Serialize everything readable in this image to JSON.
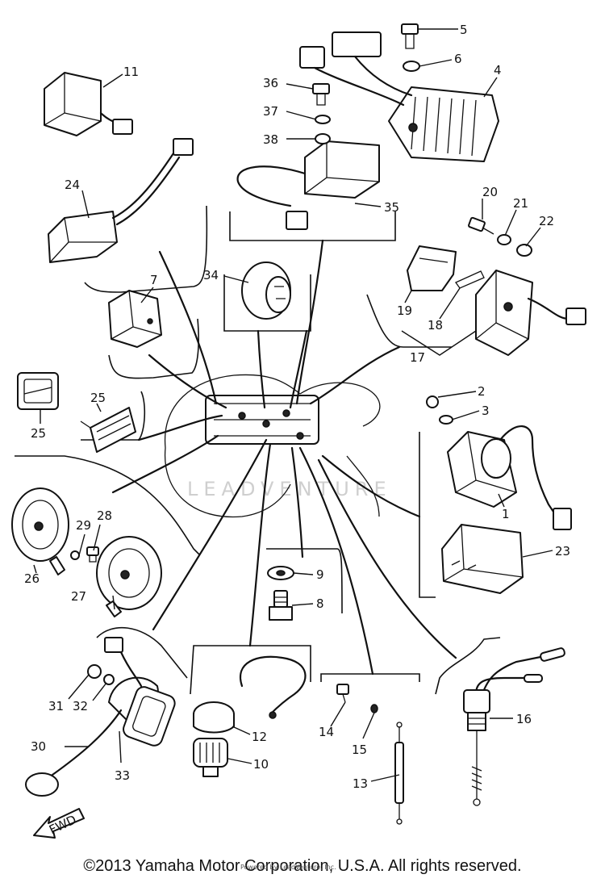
{
  "callouts": {
    "c1": "1",
    "c2": "2",
    "c3": "3",
    "c4": "4",
    "c5": "5",
    "c6": "6",
    "c7": "7",
    "c8": "8",
    "c9": "9",
    "c10": "10",
    "c11": "11",
    "c12": "12",
    "c13": "13",
    "c14": "14",
    "c15": "15",
    "c16": "16",
    "c17": "17",
    "c18": "18",
    "c19": "19",
    "c20": "20",
    "c21": "21",
    "c22": "22",
    "c23": "23",
    "c24": "24",
    "c25a": "25",
    "c25b": "25",
    "c26": "26",
    "c27": "27",
    "c28": "28",
    "c29": "29",
    "c30": "30",
    "c31": "31",
    "c32": "32",
    "c33": "33",
    "c34": "34",
    "c35": "35",
    "c36": "36",
    "c37": "37",
    "c38": "38"
  },
  "fwd_label": "FWD",
  "watermark": "LEADVENTURE",
  "copyright": "©2013 Yamaha Motor Corporation, U.S.A. All rights reserved.",
  "stamp": "Powered by LeadVenture, Inc."
}
